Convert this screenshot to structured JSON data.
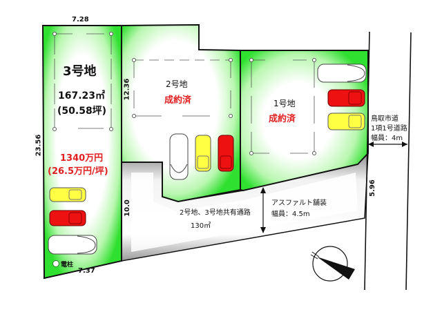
{
  "colors": {
    "lot_green": "#2ee02e",
    "lot_center": "#ffffff",
    "road_gray": "#9a9a9a",
    "price_red": "#e02020",
    "outline": "#111111"
  },
  "lots": [
    {
      "id": "lot3",
      "name": "3号地",
      "area_m2": "167.23㎡",
      "area_tsubo": "(50.58坪)",
      "price": "1340万円",
      "price_per_tsubo": "(26.5万円/坪)",
      "status": ""
    },
    {
      "id": "lot2",
      "name": "2号地",
      "status": "成約済"
    },
    {
      "id": "lot1",
      "name": "1号地",
      "status": "成約済"
    }
  ],
  "dimensions": {
    "top_width": "7.28",
    "left_depth": "23.56",
    "bottom_width": "7.37",
    "lot2_depth": "12.36",
    "passage_width": "10.0",
    "road_side": "5.96"
  },
  "shared_passage": {
    "label": "2号地、3号地共有通路",
    "area": "130㎡",
    "surface": "アスファルト舗装",
    "width": "幅員：4.5m"
  },
  "public_road": {
    "name": "鳥取市道",
    "class": "1項1号道路",
    "width": "幅員：4m"
  },
  "utility": {
    "label": "電柱",
    "icon": "utility-pole-circle-icon"
  },
  "cars": [
    {
      "lot": "lot3",
      "color": "yellow"
    },
    {
      "lot": "lot3",
      "color": "red"
    },
    {
      "lot": "lot3",
      "color": "white"
    },
    {
      "lot": "lot2",
      "color": "white"
    },
    {
      "lot": "lot2",
      "color": "yellow"
    },
    {
      "lot": "lot2",
      "color": "red"
    },
    {
      "lot": "lot1",
      "color": "white"
    },
    {
      "lot": "lot1",
      "color": "red"
    },
    {
      "lot": "lot1",
      "color": "yellow"
    }
  ],
  "compass": {
    "icon": "north-arrow-compass-icon"
  }
}
